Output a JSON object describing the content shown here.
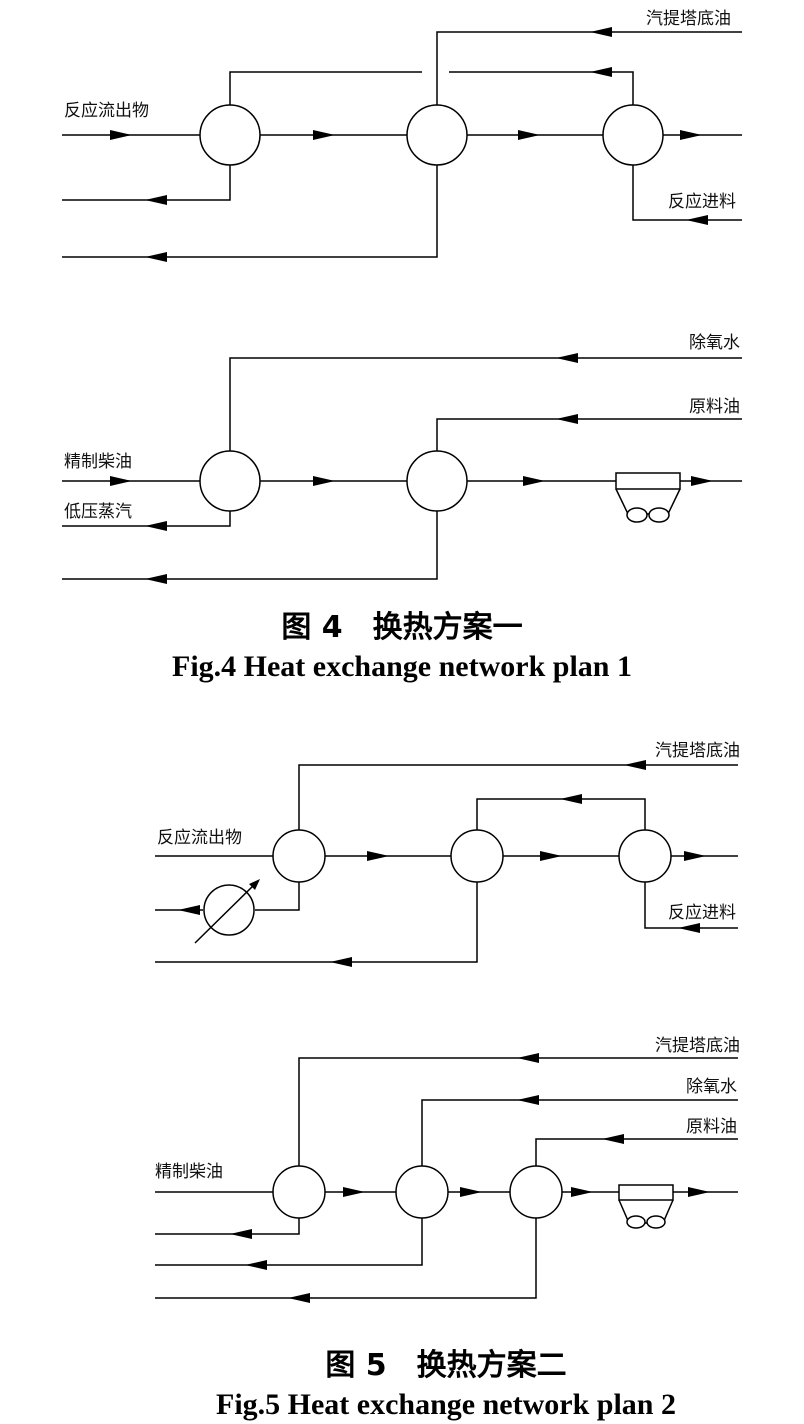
{
  "fig4": {
    "top": {
      "reactor_effluent": "反应流出物",
      "stripper_bottoms": "汽提塔底油",
      "reactor_feed": "反应进料"
    },
    "bottom": {
      "deaerated_water": "除氧水",
      "raw_oil": "原料油",
      "refined_diesel": "精制柴油",
      "low_pressure_steam": "低压蒸汽"
    },
    "caption_cn": "图 4　换热方案一",
    "caption_en": "Fig.4 Heat exchange network plan 1"
  },
  "fig5": {
    "top": {
      "stripper_bottoms": "汽提塔底油",
      "reactor_effluent": "反应流出物",
      "reactor_feed": "反应进料"
    },
    "bottom": {
      "stripper_bottoms": "汽提塔底油",
      "deaerated_water": "除氧水",
      "raw_oil": "原料油",
      "refined_diesel": "精制柴油"
    },
    "caption_cn": "图 5　换热方案二",
    "caption_en": "Fig.5 Heat exchange network plan 2"
  }
}
